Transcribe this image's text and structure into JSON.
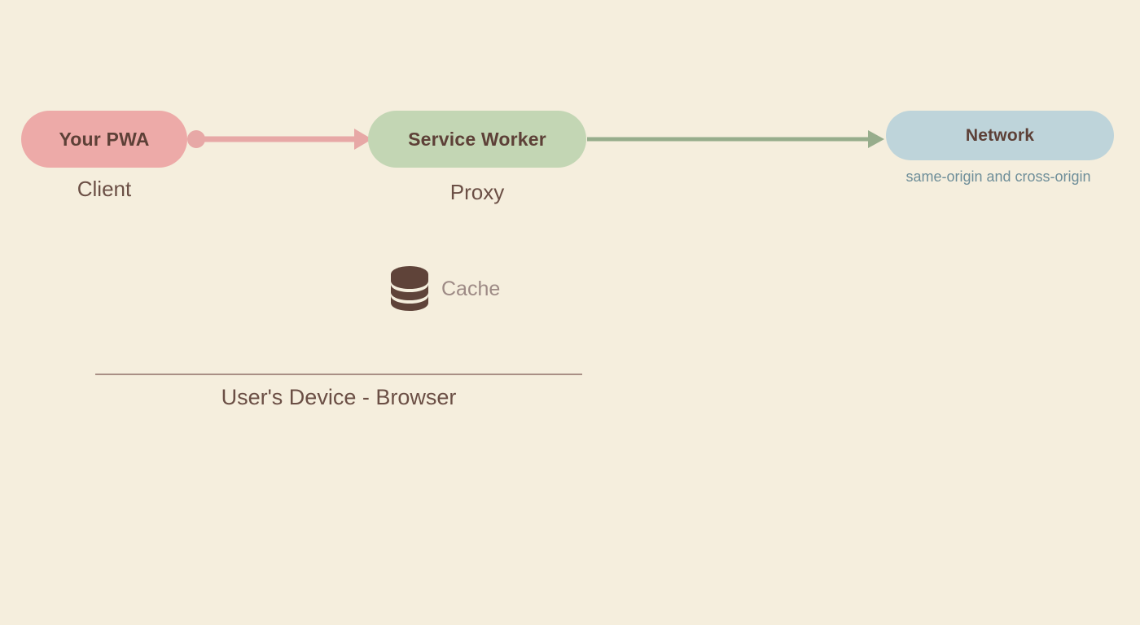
{
  "diagram": {
    "background_color": "#f5eedd",
    "nodes": [
      {
        "id": "pwa",
        "label": "Your PWA",
        "sublabel": "Client",
        "color": "#edaaa8",
        "text_color": "#5d4037"
      },
      {
        "id": "service-worker",
        "label": "Service Worker",
        "sublabel": "Proxy",
        "color": "#c3d6b4",
        "text_color": "#5d4037"
      },
      {
        "id": "network",
        "label": "Network",
        "sublabel": "same-origin and cross-origin",
        "color": "#bed4da",
        "text_color": "#5d4037",
        "sublabel_color": "#6e8e99"
      }
    ],
    "connectors": [
      {
        "id": "pwa-to-service-worker",
        "from": "pwa",
        "to": "service-worker",
        "color": "#e7a8a6",
        "start_marker": "dot",
        "end_marker": "arrowhead"
      },
      {
        "id": "service-worker-to-network",
        "from": "service-worker",
        "to": "network",
        "color": "#97ad8c",
        "start_marker": "none",
        "end_marker": "arrowhead"
      }
    ],
    "storage": {
      "icon": "database-icon",
      "label": "Cache",
      "icon_color": "#5f4339",
      "label_color": "#9d8a85"
    },
    "boundary": {
      "label": "User's Device - Browser",
      "line_color": "#a98f85",
      "text_color": "#6b4f45"
    }
  }
}
